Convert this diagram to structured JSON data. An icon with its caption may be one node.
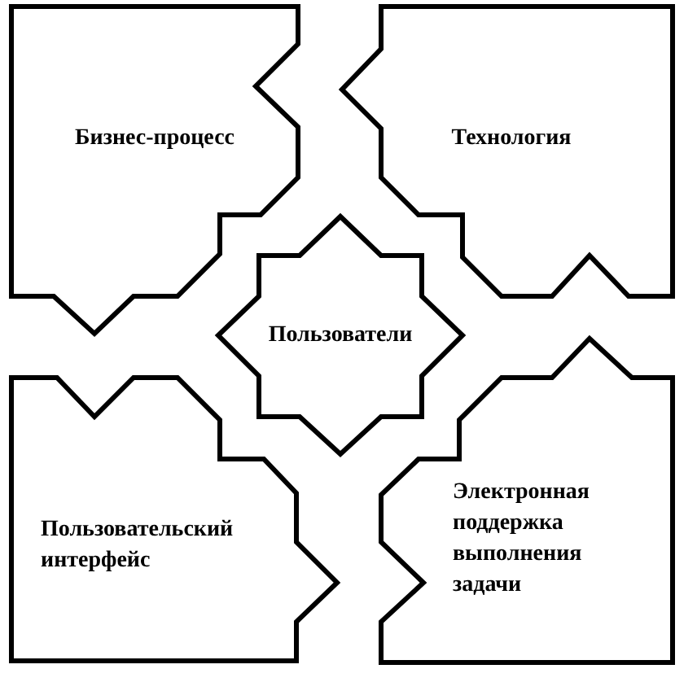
{
  "diagram": {
    "nodes": [
      {
        "text": [
          "Бизнес-процесс"
        ]
      },
      {
        "text": [
          "Технология"
        ]
      },
      {
        "text": [
          "Пользователи"
        ]
      },
      {
        "text": [
          "Пользовательский интерфейс"
        ]
      },
      {
        "text": [
          "Электронная поддержка выполнения задачи"
        ]
      }
    ]
  }
}
